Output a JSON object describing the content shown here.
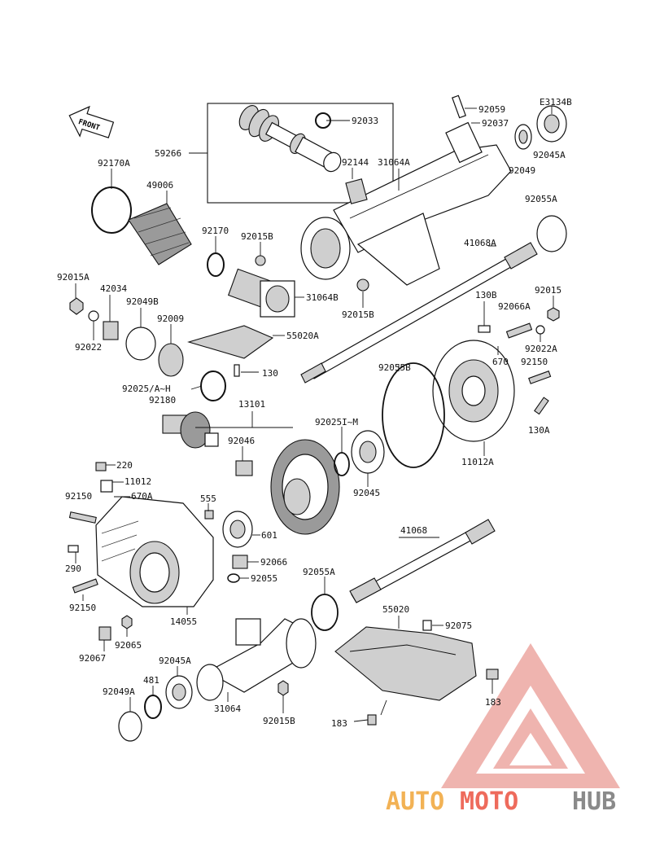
{
  "diagram": {
    "code": "E3134B",
    "front_label": "FRONT",
    "colors": {
      "line": "#111111",
      "watermark_red": "#e8423a",
      "watermark_orange": "#f2a63b",
      "watermark_gray": "#8a8a8a"
    },
    "parts": [
      {
        "id": "p-92059",
        "label": "92059"
      },
      {
        "id": "p-92037",
        "label": "92037"
      },
      {
        "id": "p-92045A-top",
        "label": "92045A"
      },
      {
        "id": "p-92049-top",
        "label": "92049"
      },
      {
        "id": "p-92033",
        "label": "92033"
      },
      {
        "id": "p-59266",
        "label": "59266"
      },
      {
        "id": "p-92144",
        "label": "92144"
      },
      {
        "id": "p-31064A",
        "label": "31064A"
      },
      {
        "id": "p-92055A-top",
        "label": "92055A"
      },
      {
        "id": "p-92170A",
        "label": "92170A"
      },
      {
        "id": "p-49006",
        "label": "49006"
      },
      {
        "id": "p-92170",
        "label": "92170"
      },
      {
        "id": "p-92015B-a",
        "label": "92015B"
      },
      {
        "id": "p-41068A",
        "label": "41068A"
      },
      {
        "id": "p-92015A",
        "label": "92015A"
      },
      {
        "id": "p-42034",
        "label": "42034"
      },
      {
        "id": "p-92049B",
        "label": "92049B"
      },
      {
        "id": "p-92009",
        "label": "92009"
      },
      {
        "id": "p-31064B",
        "label": "31064B"
      },
      {
        "id": "p-92015B-b",
        "label": "92015B"
      },
      {
        "id": "p-130B",
        "label": "130B"
      },
      {
        "id": "p-92015",
        "label": "92015"
      },
      {
        "id": "p-92066A",
        "label": "92066A"
      },
      {
        "id": "p-92022",
        "label": "92022"
      },
      {
        "id": "p-55020A",
        "label": "55020A"
      },
      {
        "id": "p-92022A",
        "label": "92022A"
      },
      {
        "id": "p-670",
        "label": "670"
      },
      {
        "id": "p-92150-a",
        "label": "92150"
      },
      {
        "id": "p-130",
        "label": "130"
      },
      {
        "id": "p-92055B",
        "label": "92055B"
      },
      {
        "id": "p-92025",
        "label": "92025/A~H"
      },
      {
        "id": "p-92180",
        "label": "92180"
      },
      {
        "id": "p-13101",
        "label": "13101"
      },
      {
        "id": "p-130A",
        "label": "130A"
      },
      {
        "id": "p-92025IM",
        "label": "92025I~M"
      },
      {
        "id": "p-92046",
        "label": "92046"
      },
      {
        "id": "p-11012A",
        "label": "11012A"
      },
      {
        "id": "p-220",
        "label": "220"
      },
      {
        "id": "p-11012",
        "label": "11012"
      },
      {
        "id": "p-92045",
        "label": "92045"
      },
      {
        "id": "p-92150-b",
        "label": "92150"
      },
      {
        "id": "p-670A",
        "label": "670A"
      },
      {
        "id": "p-555",
        "label": "555"
      },
      {
        "id": "p-41068",
        "label": "41068"
      },
      {
        "id": "p-601",
        "label": "601"
      },
      {
        "id": "p-290",
        "label": "290"
      },
      {
        "id": "p-92066",
        "label": "92066"
      },
      {
        "id": "p-92055",
        "label": "92055"
      },
      {
        "id": "p-92055A-bottom",
        "label": "92055A"
      },
      {
        "id": "p-55020",
        "label": "55020"
      },
      {
        "id": "p-92150-c",
        "label": "92150"
      },
      {
        "id": "p-14055",
        "label": "14055"
      },
      {
        "id": "p-92075",
        "label": "92075"
      },
      {
        "id": "p-92065",
        "label": "92065"
      },
      {
        "id": "p-92067",
        "label": "92067"
      },
      {
        "id": "p-92045A-bottom",
        "label": "92045A"
      },
      {
        "id": "p-481",
        "label": "481"
      },
      {
        "id": "p-92049A",
        "label": "92049A"
      },
      {
        "id": "p-31064",
        "label": "31064"
      },
      {
        "id": "p-92015B-c",
        "label": "92015B"
      },
      {
        "id": "p-183-a",
        "label": "183"
      },
      {
        "id": "p-183-b",
        "label": "183"
      }
    ]
  },
  "watermark": {
    "text_auto": "AUTO",
    "text_moto": "MOTO",
    "text_hub": "HUB"
  }
}
